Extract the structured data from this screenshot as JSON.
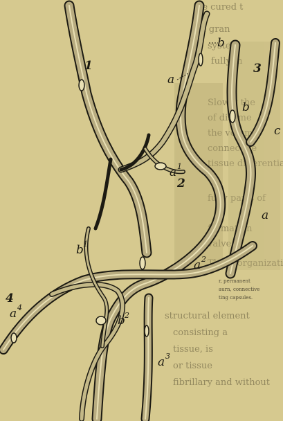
{
  "figure": {
    "background_color": "#d6c98f",
    "ink_color": "#1c1a12",
    "vessel_fill": "#b8ac80",
    "lumen_color": "#e9e0b4",
    "labels": {
      "v1": "1",
      "v2": "2",
      "v3": "3",
      "v4": "4",
      "a_top": "a",
      "b_top": "b",
      "a1": "a",
      "a1_sup": "1",
      "b1": "b",
      "b1_sup": "1",
      "b2": "b",
      "b2_sup": "2",
      "a2": "a",
      "a2_sup": "2",
      "a3": "a",
      "a3_sup": "3",
      "a4": "a",
      "a4_sup": "4",
      "r_b": "b",
      "r_c": "c",
      "r_a": "a"
    },
    "caption_fragments": {
      "line1": "r, permanent",
      "line2": "aurn, connective",
      "line3": "ting capsules."
    },
    "background_text": [
      "ve cured t",
      "a gran",
      "system",
      "fully in",
      "Slowly the",
      "of disame",
      "the volume",
      "connective",
      "tissue differentiates",
      "fully parts of",
      "formation",
      "valve is",
      "The reorganization",
      "structural element",
      "consisting a",
      "tissue, is",
      "or tissue",
      "fibrillary and without"
    ]
  }
}
